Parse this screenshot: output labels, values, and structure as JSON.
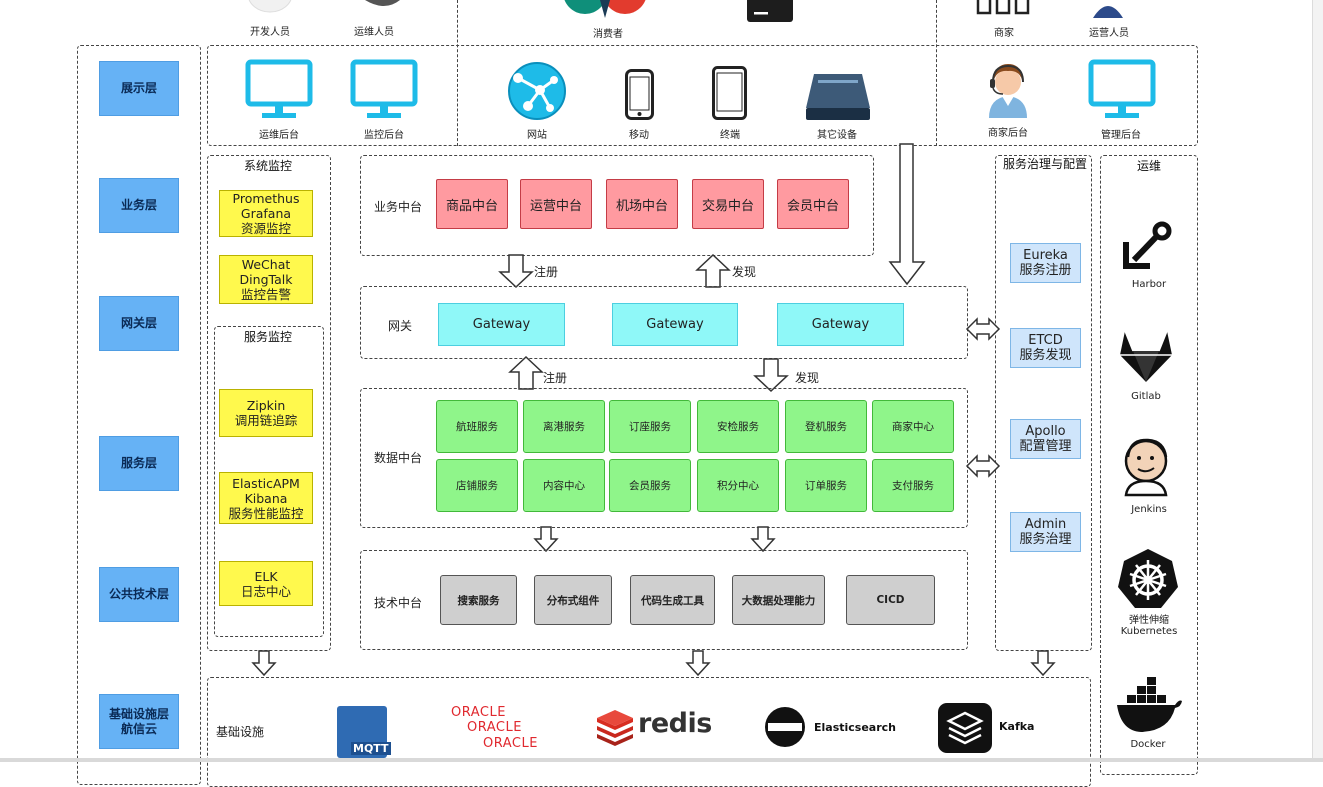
{
  "top_users": {
    "dev": "开发人员",
    "ops": "运维人员",
    "consumer": "消费者",
    "merchant": "商家",
    "operator": "运营人员"
  },
  "layers": [
    "展示层",
    "业务层",
    "网关层",
    "服务层",
    "公共技术层",
    "基础设施层\n航信云"
  ],
  "display": {
    "ops_console": "运维后台",
    "monitor_console": "监控后台",
    "website": "网站",
    "mobile": "移动",
    "terminal": "终端",
    "other_device": "其它设备",
    "merchant_console": "商家后台",
    "admin_console": "管理后台"
  },
  "system_monitor": {
    "title": "系统监控",
    "boxes": [
      [
        "Promethus",
        "Grafana",
        "资源监控"
      ],
      [
        "WeChat",
        "DingTalk",
        "监控告警"
      ]
    ]
  },
  "service_monitor": {
    "title": "服务监控",
    "boxes": [
      [
        "Zipkin",
        "调用链追踪"
      ],
      [
        "ElasticAPM",
        "Kibana",
        "服务性能监控"
      ],
      [
        "ELK",
        "日志中心"
      ]
    ]
  },
  "business_platform": {
    "title": "业务中台",
    "items": [
      "商品中台",
      "运营中台",
      "机场中台",
      "交易中台",
      "会员中台"
    ]
  },
  "arrows": {
    "register": "注册",
    "discover": "发现"
  },
  "gateway": {
    "title": "网关",
    "items": [
      "Gateway",
      "Gateway",
      "Gateway"
    ]
  },
  "data_platform": {
    "title": "数据中台",
    "row1": [
      "航班服务",
      "离港服务",
      "订座服务",
      "安检服务",
      "登机服务",
      "商家中心"
    ],
    "row2": [
      "店铺服务",
      "内容中心",
      "会员服务",
      "积分中心",
      "订单服务",
      "支付服务"
    ]
  },
  "tech_platform": {
    "title": "技术中台",
    "items": [
      "搜索服务",
      "分布式组件",
      "代码生成工具",
      "大数据处理能力",
      "CICD"
    ]
  },
  "service_governance": {
    "title": "服务治理与配置",
    "items": [
      [
        "Eureka",
        "服务注册"
      ],
      [
        "ETCD",
        "服务发现"
      ],
      [
        "Apollo",
        "配置管理"
      ],
      [
        "Admin",
        "服务治理"
      ]
    ]
  },
  "ops": {
    "title": "运维",
    "tools": [
      "Harbor",
      "Gitlab",
      "Jenkins",
      "弹性伸缩\nKubernetes",
      "Docker"
    ]
  },
  "infra": {
    "title": "基础设施",
    "mqtt": "MQTT",
    "oracle": [
      "ORACLE",
      "ORACLE",
      "ORACLE"
    ],
    "redis": "redis",
    "elasticsearch": "Elasticsearch",
    "kafka": "Kafka"
  },
  "colors": {
    "layer_blue": "#66b2f5",
    "monitor_yellow": "#fff94d",
    "business_red": "#ff9aa0",
    "gateway_cyan": "#8ff8f8",
    "service_green": "#8ff58a",
    "tech_gray": "#cfcfcf",
    "governance_blue": "#cfe5fb",
    "monitor_icon": "#1ebbe8",
    "oracle_red": "#e0282e",
    "redis_red": "#d82c20"
  }
}
